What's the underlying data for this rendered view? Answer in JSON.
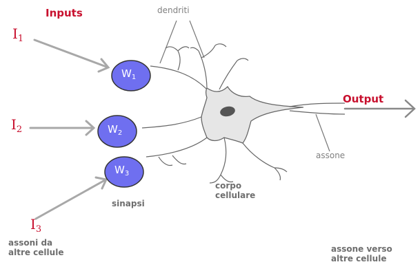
{
  "labels": {
    "inputs": "Inputs",
    "dendriti": "dendriti",
    "output": "Output",
    "assone": "assone",
    "corpo_line1": "corpo",
    "corpo_line2": "cellulare",
    "sinapsi": "sinapsi",
    "assoni_line1": "assoni da",
    "assoni_line2": "altre cellule",
    "assone_verso_line1": "assone verso",
    "assone_verso_line2": "altre cellule"
  },
  "inputs": [
    {
      "letter": "I",
      "sub": "1"
    },
    {
      "letter": "I",
      "sub": "2"
    },
    {
      "letter": "I",
      "sub": "3"
    }
  ],
  "weights": [
    {
      "letter": "W",
      "sub": "1"
    },
    {
      "letter": "W",
      "sub": "2"
    },
    {
      "letter": "W",
      "sub": "3"
    }
  ],
  "colors": {
    "label_red": "#c8102e",
    "weight_fill": "#6f6ff0",
    "arrow_gray": "#a8a8a8",
    "cell_fill": "#e6e6e6",
    "outline": "#555555"
  }
}
